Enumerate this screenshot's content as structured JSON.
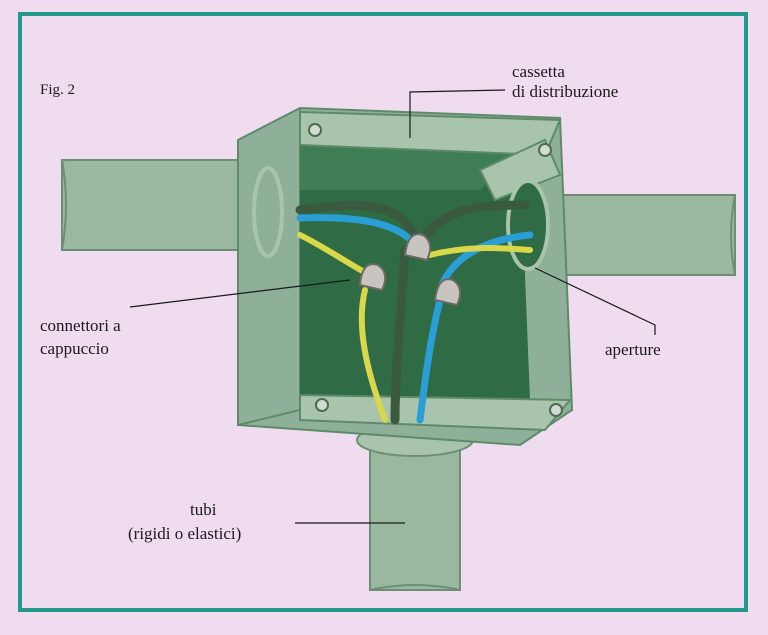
{
  "figure_label": "Fig. 2",
  "labels": {
    "cassetta_line1": "cassetta",
    "cassetta_line2": "di distribuzione",
    "connettori_line1": "connettori a",
    "connettori_line2": "cappuccio",
    "aperture": "aperture",
    "tubi_line1": "tubi",
    "tubi_line2": "(rigidi o elastici)"
  },
  "colors": {
    "background": "#f0dcef",
    "frame": "#1f9a8c",
    "box": "#8fb098",
    "box_dark": "#5e8a6a",
    "box_inner": "#2f6b45",
    "wire_blue": "#2a9fd6",
    "wire_yellow_green": "#d8d84a",
    "wire_dark": "#3a5a40"
  }
}
